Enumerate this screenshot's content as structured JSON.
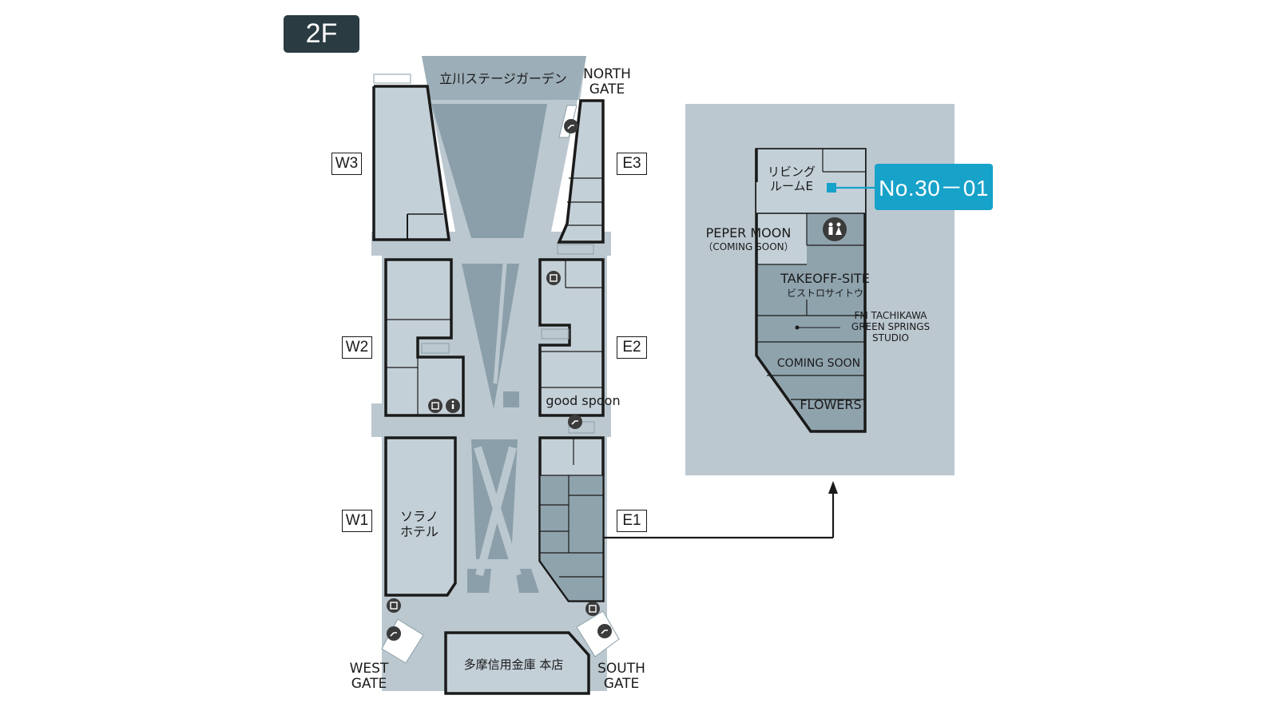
{
  "floor": "2F",
  "colors": {
    "corridor": "#bcc8d0",
    "void": "#8a9fa9",
    "shop": "#c4d0d8",
    "shop_dark": "#8fa3ad",
    "wall": "#1a1a1a",
    "callout": "#17a2c9",
    "badge": "#2a3b42"
  },
  "blocks": {
    "w3": "W3",
    "w2": "W2",
    "w1": "W1",
    "e3": "E3",
    "e2": "E2",
    "e1": "E1"
  },
  "main_map": {
    "stage_garden": "立川ステージガーデン",
    "north_gate": [
      "NORTH",
      "GATE"
    ],
    "west_gate": [
      "WEST",
      "GATE"
    ],
    "south_gate": [
      "SOUTH",
      "GATE"
    ],
    "solano_hotel": [
      "ソラノ",
      "ホテル"
    ],
    "tama_bank": "多摩信用金庫 本店",
    "good_spoon": "good spoon"
  },
  "detail_map": {
    "living_room": [
      "リビング",
      "ルームE"
    ],
    "peper_moon": "PEPER MOON",
    "peper_moon_sub": "（COMING SOON）",
    "takeoff": "TAKEOFF-SITE",
    "takeoff_sub": "ビストロサイトウ",
    "fm": [
      "FM TACHIKAWA",
      "GREEN SPRINGS",
      "STUDIO"
    ],
    "coming_soon": "COMING SOON",
    "flowers": "FLOWERS"
  },
  "shop_number": "No.30－01",
  "icons": [
    "escalator-icon",
    "elevator-icon",
    "information-icon",
    "restroom-icon"
  ]
}
